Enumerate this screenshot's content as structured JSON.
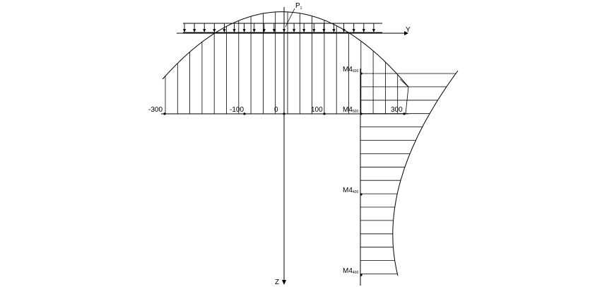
{
  "diagram": {
    "axis_y_label": "Y",
    "axis_z_label": "Z",
    "load_label": {
      "main": "P",
      "sub": "1"
    },
    "tick_labels": [
      "-300",
      "-100",
      "0",
      "100",
      "300"
    ],
    "points": [
      {
        "main": "M4",
        "sub": "600"
      },
      {
        "main": "M4",
        "sub": "500"
      },
      {
        "main": "M4",
        "sub": "400"
      },
      {
        "main": "M4",
        "sub": "400"
      }
    ]
  }
}
